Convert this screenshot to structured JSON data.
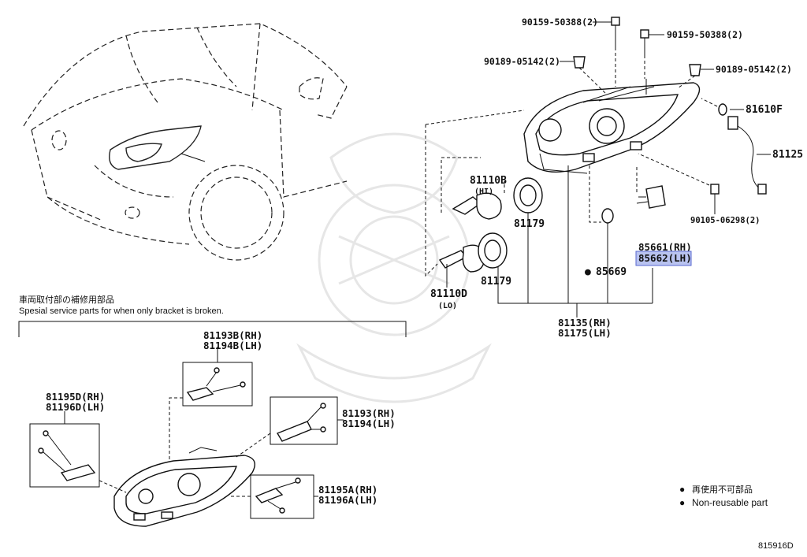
{
  "diagram_id": "815916D",
  "special_parts": {
    "title_jp": "車両取付部の補修用部品",
    "title_en": "Spesial service parts for when only bracket is broken."
  },
  "legend": {
    "jp": "再使用不可部品",
    "en": "Non-reusable part",
    "marker": "●"
  },
  "labels": {
    "p90159_top": "90159-50388(2)",
    "p90159_right": "90159-50388(2)",
    "p90189_left": "90189-05142(2)",
    "p90189_right": "90189-05142(2)",
    "p81610F": "81610F",
    "p81125": "81125",
    "p81110B": "81110B",
    "p81110B_sub": "(HI)",
    "p90105": "90105-06298(2)",
    "p81179_a": "81179",
    "p81179_b": "81179",
    "p85661": "85661(RH)",
    "p85662": "85662(LH)",
    "p85669": "85669",
    "p85669_mark": "●",
    "p81110D": "81110D",
    "p81110D_sub": "(LO)",
    "p81135": "81135(RH)",
    "p81175": "81175(LH)",
    "p81193B": "81193B(RH)",
    "p81194B": "81194B(LH)",
    "p81195D": "81195D(RH)",
    "p81196D": "81196D(LH)",
    "p81193": "81193(RH)",
    "p81194": "81194(LH)",
    "p81195A": "81195A(RH)",
    "p81196A": "81196A(LH)"
  }
}
